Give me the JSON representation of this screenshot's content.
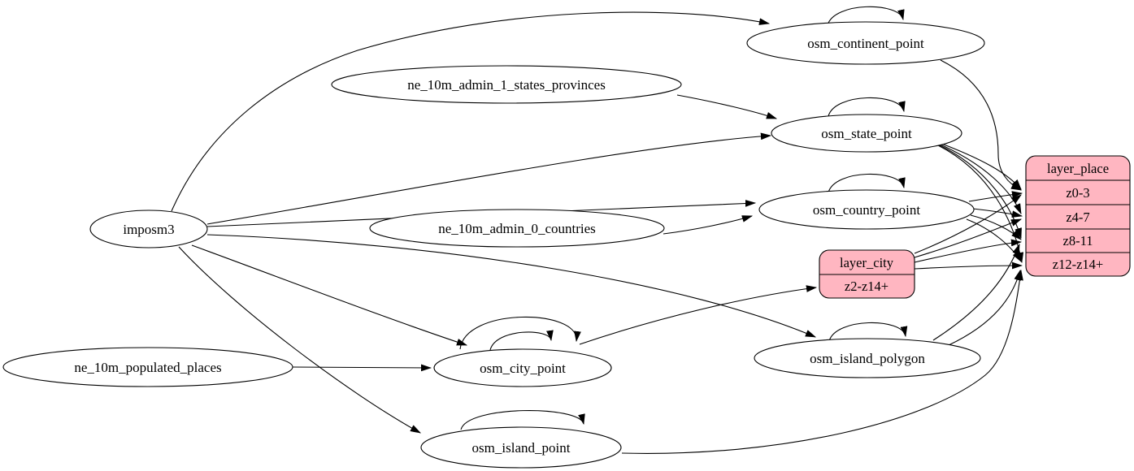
{
  "diagram": {
    "background": "#ffffff",
    "colors": {
      "node_fill": "#ffffff",
      "record_fill": "#ffb6c1",
      "stroke": "#000000",
      "text": "#000000"
    },
    "nodes": {
      "imposm3": {
        "label": "imposm3"
      },
      "ne_10m_admin_1_states_provinces": {
        "label": "ne_10m_admin_1_states_provinces"
      },
      "ne_10m_admin_0_countries": {
        "label": "ne_10m_admin_0_countries"
      },
      "ne_10m_populated_places": {
        "label": "ne_10m_populated_places"
      },
      "osm_continent_point": {
        "label": "osm_continent_point"
      },
      "osm_state_point": {
        "label": "osm_state_point"
      },
      "osm_country_point": {
        "label": "osm_country_point"
      },
      "osm_city_point": {
        "label": "osm_city_point"
      },
      "osm_island_polygon": {
        "label": "osm_island_polygon"
      },
      "osm_island_point": {
        "label": "osm_island_point"
      }
    },
    "records": {
      "layer_city": {
        "header": "layer_city",
        "rows": [
          "z2-z14+"
        ]
      },
      "layer_place": {
        "header": "layer_place",
        "rows": [
          "z0-3",
          "z4-7",
          "z8-11",
          "z12-z14+"
        ]
      }
    },
    "edges": [
      {
        "from": "imposm3",
        "to": "osm_continent_point"
      },
      {
        "from": "imposm3",
        "to": "osm_state_point"
      },
      {
        "from": "imposm3",
        "to": "osm_country_point"
      },
      {
        "from": "imposm3",
        "to": "osm_city_point"
      },
      {
        "from": "imposm3",
        "to": "osm_island_polygon"
      },
      {
        "from": "imposm3",
        "to": "osm_island_point"
      },
      {
        "from": "ne_10m_admin_1_states_provinces",
        "to": "osm_state_point"
      },
      {
        "from": "ne_10m_admin_0_countries",
        "to": "osm_country_point"
      },
      {
        "from": "ne_10m_populated_places",
        "to": "osm_city_point"
      },
      {
        "from": "osm_continent_point",
        "to": "osm_continent_point",
        "self_loop": true
      },
      {
        "from": "osm_state_point",
        "to": "osm_state_point",
        "self_loop": true
      },
      {
        "from": "osm_country_point",
        "to": "osm_country_point",
        "self_loop": true
      },
      {
        "from": "osm_city_point",
        "to": "osm_city_point",
        "self_loop": true
      },
      {
        "from": "osm_city_point",
        "to": "osm_city_point",
        "self_loop": true
      },
      {
        "from": "osm_island_polygon",
        "to": "osm_island_polygon",
        "self_loop": true
      },
      {
        "from": "osm_island_point",
        "to": "osm_island_point",
        "self_loop": true
      },
      {
        "from": "osm_city_point",
        "to": "layer_city",
        "to_port": "z2-z14+"
      },
      {
        "from": "layer_city",
        "to": "layer_place",
        "to_port": "z0-3"
      },
      {
        "from": "layer_city",
        "to": "layer_place",
        "to_port": "z4-7"
      },
      {
        "from": "layer_city",
        "to": "layer_place",
        "to_port": "z8-11"
      },
      {
        "from": "layer_city",
        "to": "layer_place",
        "to_port": "z12-z14+"
      },
      {
        "from": "osm_state_point",
        "to": "layer_place",
        "to_port": "z0-3"
      },
      {
        "from": "osm_state_point",
        "to": "layer_place",
        "to_port": "z4-7"
      },
      {
        "from": "osm_state_point",
        "to": "layer_place",
        "to_port": "z8-11"
      },
      {
        "from": "osm_state_point",
        "to": "layer_place",
        "to_port": "z12-z14+"
      },
      {
        "from": "osm_country_point",
        "to": "layer_place",
        "to_port": "z0-3"
      },
      {
        "from": "osm_country_point",
        "to": "layer_place",
        "to_port": "z4-7"
      },
      {
        "from": "osm_country_point",
        "to": "layer_place",
        "to_port": "z8-11"
      },
      {
        "from": "osm_country_point",
        "to": "layer_place",
        "to_port": "z12-z14+"
      },
      {
        "from": "osm_continent_point",
        "to": "layer_place",
        "to_port": "z0-3"
      },
      {
        "from": "osm_island_polygon",
        "to": "layer_place",
        "to_port": "z8-11"
      },
      {
        "from": "osm_island_polygon",
        "to": "layer_place",
        "to_port": "z12-z14+"
      },
      {
        "from": "osm_island_point",
        "to": "layer_place",
        "to_port": "z12-z14+"
      }
    ]
  }
}
